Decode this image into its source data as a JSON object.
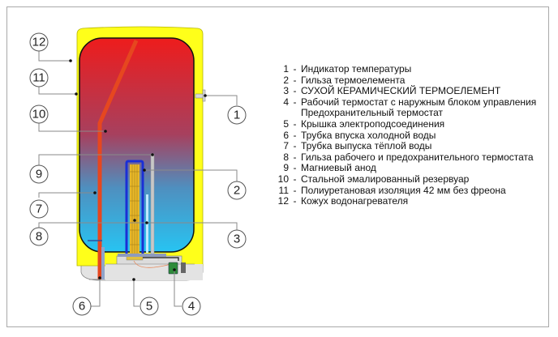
{
  "diagram": {
    "callouts": [
      "1",
      "2",
      "3",
      "4",
      "5",
      "6",
      "7",
      "8",
      "9",
      "10",
      "11",
      "12"
    ],
    "colors": {
      "casing": "#ffff1a",
      "tank_top": "#ee1c1c",
      "tank_bottom": "#27c4f2",
      "pipe": "#e6471f",
      "element_sheath": "#1a2fd6",
      "element": "#e8b82a",
      "cover": "#e3e3e3",
      "thermostat": "#2e8b3a"
    }
  },
  "legend": {
    "items": [
      {
        "num": "1",
        "sep": "-",
        "text": "Индикатор температуры"
      },
      {
        "num": "2",
        "sep": "-",
        "text": "Гильза термоелемента"
      },
      {
        "num": "3",
        "sep": "-",
        "text": "СУХОЙ КЕРАМИЧЕСКИЙ ТЕРМОЕЛЕМЕНТ"
      },
      {
        "num": "4",
        "sep": "-",
        "text": "Рабочий термостат с наружным блоком управления",
        "continuation": "Предохранительный термостат"
      },
      {
        "num": "5",
        "sep": "-",
        "text": "Крышка электроподсоединения"
      },
      {
        "num": "6",
        "sep": "-",
        "text": "Трубка впуска холодной воды"
      },
      {
        "num": "7",
        "sep": "-",
        "text": "Трубка выпуска тёплой воды"
      },
      {
        "num": "8",
        "sep": "-",
        "text": "Гильза рабочего и предохранительного термостата"
      },
      {
        "num": "9",
        "sep": "-",
        "text": "Магниевый анод"
      },
      {
        "num": "10",
        "sep": "-",
        "text": "Стальной эмалированный резервуар"
      },
      {
        "num": "11",
        "sep": "-",
        "text": "Полиуретановая изоляция 42 мм без фреона"
      },
      {
        "num": "12",
        "sep": "-",
        "text": "Кожух водонагревателя"
      }
    ]
  }
}
